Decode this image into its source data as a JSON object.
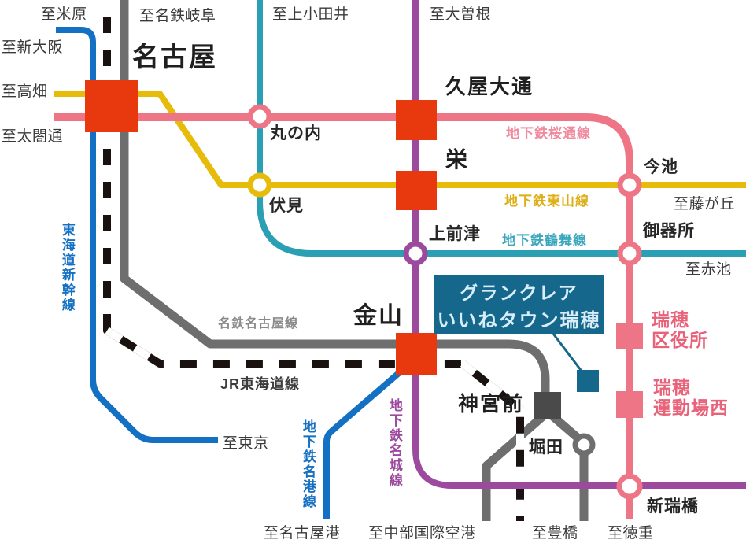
{
  "stations": {
    "nagoya": "名古屋",
    "hisaya_odori": "久屋大通",
    "sakae": "栄",
    "marunouchi": "丸の内",
    "fushimi": "伏見",
    "kamimaezu": "上前津",
    "imaike": "今池",
    "gokiso": "御器所",
    "kanayama": "金山",
    "jingu_mae": "神宮前",
    "horita": "堀田",
    "aratama_bashi": "新瑞橋",
    "mizuho_kuyakusho": {
      "line1": "瑞穂",
      "line2": "区役所"
    },
    "mizuho_undojo_nishi": {
      "line1": "瑞穂",
      "line2": "運動場西"
    }
  },
  "destinations": {
    "maibara": "至米原",
    "meitetsu_gifu": "至名鉄岐阜",
    "kami_otai": "至上小田井",
    "ozone": "至大曽根",
    "shin_osaka": "至新大阪",
    "takabata": "至高畑",
    "taiko_dori": "至太閤通",
    "fujigaoka": "至藤が丘",
    "akaike": "至赤池",
    "tokyo": "至東京",
    "nagoya_ko": "至名古屋港",
    "centrair": "至中部国際空港",
    "toyohashi": "至豊橋",
    "tokushige": "至徳重"
  },
  "lines": {
    "sakura_dori": "地下鉄桜通線",
    "higashiyama": "地下鉄東山線",
    "tsurumai": "地下鉄鶴舞線",
    "shinkansen": "東海道新幹線",
    "meitetsu_nagoya": "名鉄名古屋線",
    "jr_tokaido": "JR東海道線",
    "meijo": "地下鉄名城線",
    "meiko": "地下鉄名港線"
  },
  "callout": {
    "line1": "グランクレア",
    "line2": "いいねタウン瑞穂"
  },
  "colors": {
    "red_station": "#e8380e",
    "pink_line": "#ee7586",
    "pink_text": "#e8637a",
    "pink_label": "#f08ba0",
    "yellow_line": "#e7bb09",
    "yellow_text": "#ddae15",
    "teal_line": "#2b9fb3",
    "teal_text": "#3ba7bd",
    "purple_line": "#9c4a9e",
    "blue_line": "#1470c2",
    "gray_line": "#6e6e6e",
    "gray_text": "#8a8a8a",
    "jr_text": "#3c3c3c",
    "dark_station": "#4a4a4a",
    "callout_bg": "#15688c",
    "callout_text": "#d8edf7",
    "white": "#ffffff"
  }
}
